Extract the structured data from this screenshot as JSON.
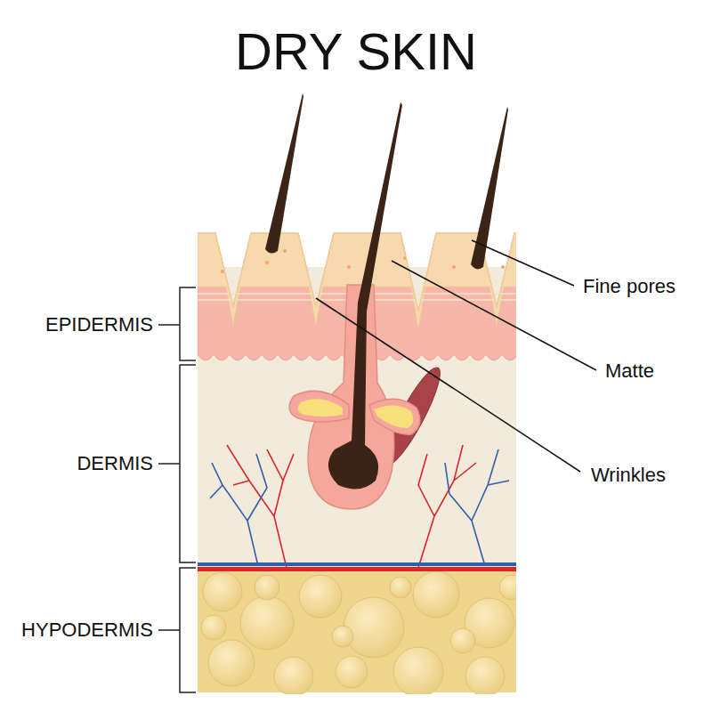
{
  "diagram": {
    "title": "DRY SKIN",
    "labels": [
      "EPIDERMIS",
      "DERMIS",
      "HYPODERMIS",
      "Fine pores",
      "Matte",
      "Wrinkles"
    ]
  }
}
